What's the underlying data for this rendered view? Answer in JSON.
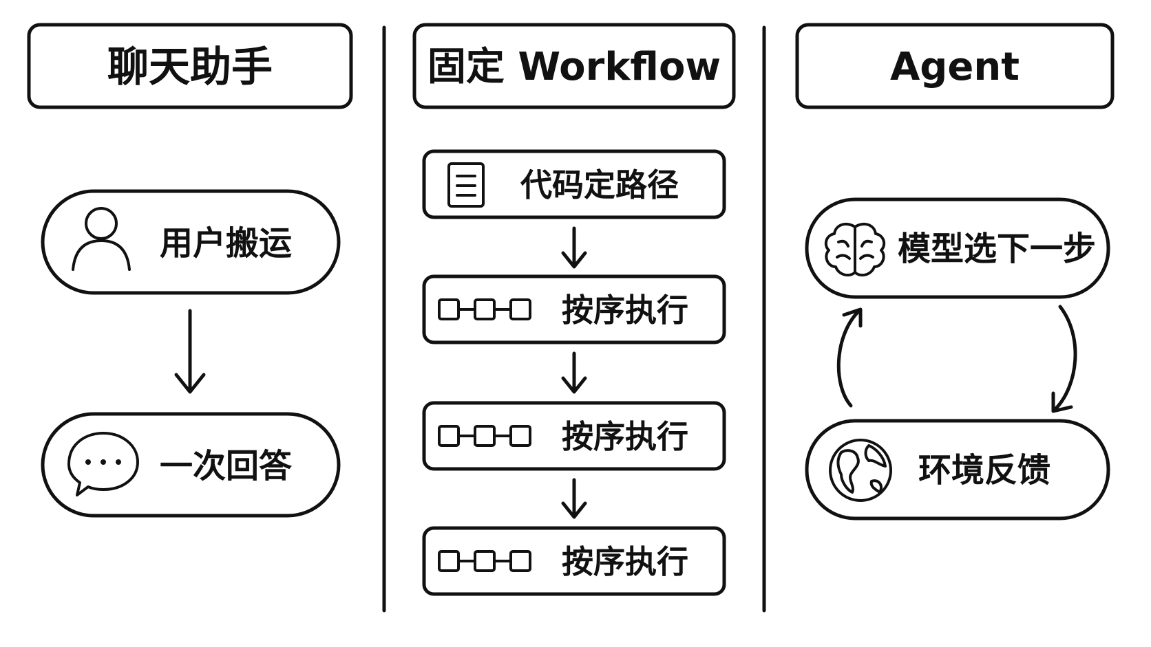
{
  "colors": {
    "chat": "#d6e6fb",
    "chat_title": "#bcd5f8",
    "workflow": "#fbd6a6",
    "workflow_title": "#f9c07a",
    "agent": "#d6e8c6",
    "agent_title": "#cfe4be",
    "ink": "#111111"
  },
  "columns": {
    "chat": {
      "title": "聊天助手",
      "nodes": [
        {
          "label": "用户搬运",
          "icon": "user-icon"
        },
        {
          "label": "一次回答",
          "icon": "chat-bubble-icon"
        }
      ]
    },
    "workflow": {
      "title": "固定 Workflow",
      "nodes": [
        {
          "label": "代码定路径",
          "icon": "document-icon"
        },
        {
          "label": "按序执行",
          "icon": "chain-icon"
        },
        {
          "label": "按序执行",
          "icon": "chain-icon"
        },
        {
          "label": "按序执行",
          "icon": "chain-icon"
        }
      ]
    },
    "agent": {
      "title": "Agent",
      "nodes": [
        {
          "label": "模型选下一步",
          "icon": "brain-icon"
        },
        {
          "label": "环境反馈",
          "icon": "globe-icon"
        }
      ]
    }
  }
}
